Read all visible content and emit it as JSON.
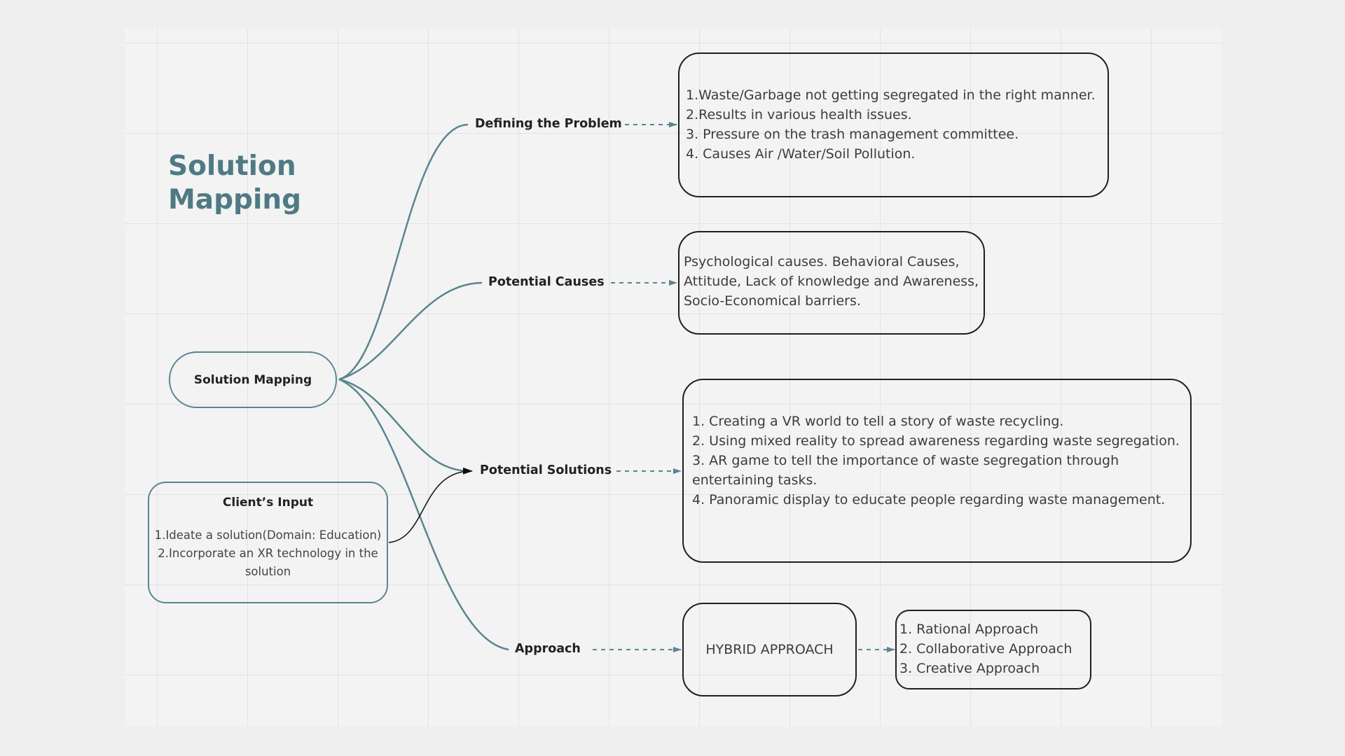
{
  "title": [
    "Solution",
    "Mapping"
  ],
  "center_node": "Solution Mapping",
  "client_input": {
    "heading": "Client’s Input",
    "items": [
      "1.Ideate a solution(Domain: Education)",
      "2.Incorporate an XR technology in the solution"
    ]
  },
  "branches": [
    {
      "label": "Defining the Problem"
    },
    {
      "label": "Potential Causes"
    },
    {
      "label": "Potential Solutions"
    },
    {
      "label": "Approach"
    }
  ],
  "problem_box": [
    "1.Waste/Garbage not getting segregated in the right manner.",
    "2.Results in various health issues.",
    "3. Pressure on the trash management committee.",
    "4. Causes Air /Water/Soil Pollution."
  ],
  "causes_box": [
    "Psychological causes. Behavioral Causes,",
    "Attitude, Lack of knowledge and Awareness,",
    "Socio-Economical barriers."
  ],
  "solutions_box": [
    "1. Creating a VR world to tell a story of waste recycling.",
    "2. Using mixed reality to spread awareness regarding waste segregation.",
    "3. AR game to tell the importance of waste segregation through entertaining tasks.",
    "4. Panoramic display to educate people regarding waste management."
  ],
  "hybrid_box": "HYBRID APPROACH",
  "approaches_box": [
    "1. Rational Approach",
    "2. Collaborative Approach",
    "3. Creative Approach"
  ],
  "colors": {
    "teal": "#5a8590",
    "title": "#4f7a84",
    "box_border": "#1f1f1f"
  }
}
